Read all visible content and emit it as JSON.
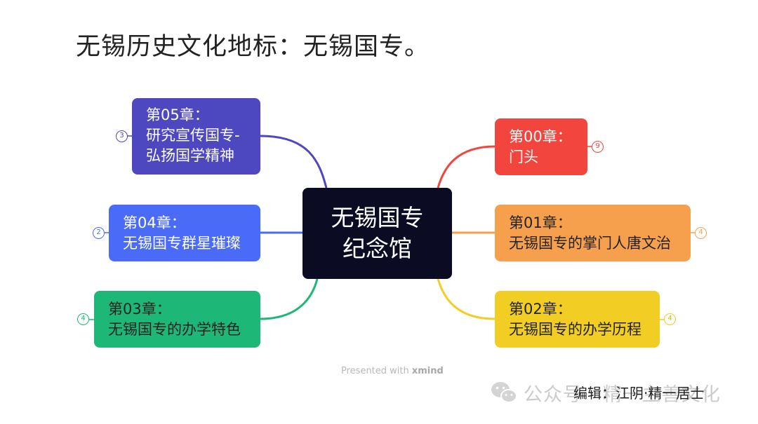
{
  "title": "无锡历史文化地标：无锡国专。",
  "center": {
    "line1": "无锡国专",
    "line2": "纪念馆"
  },
  "nodes": {
    "ch05": {
      "line1": "第05章：",
      "line2": "研究宣传国专-",
      "line3": "弘扬国学精神",
      "count": "3",
      "color": "#4e48c0"
    },
    "ch04": {
      "line1": "第04章：",
      "line2": "无锡国专群星璀璨",
      "count": "2",
      "color": "#4a6bf7"
    },
    "ch03": {
      "line1": "第03章：",
      "line2": "无锡国专的办学特色",
      "count": "4",
      "color": "#1db877"
    },
    "ch00": {
      "line1": "第00章：",
      "line2": "门头",
      "count": "9",
      "color": "#f2453d"
    },
    "ch01": {
      "line1": "第01章：",
      "line2": "无锡国专的掌门人唐文治",
      "count": "4",
      "color": "#f6a04d"
    },
    "ch02": {
      "line1": "第02章：",
      "line2": "无锡国专的办学历程",
      "count": "4",
      "color": "#f2cd23"
    }
  },
  "footer": {
    "presented_prefix": "Presented with ",
    "presented_brand": "xmind",
    "wechat_account": "公众号 · 精一主善文化",
    "editor": "编辑：江阴·精一居士"
  }
}
